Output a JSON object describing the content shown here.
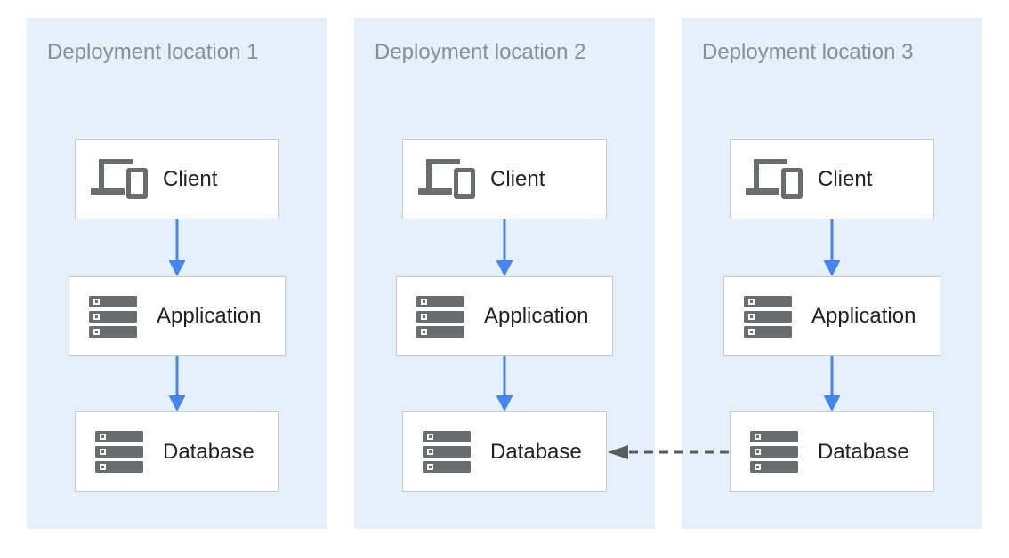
{
  "colors": {
    "canvas-bg": "#ffffff",
    "zone-bg": "#e5f0fa",
    "zone-title": "#878e94",
    "node-bg": "#ffffff",
    "node-border": "#c7cacc",
    "node-label": "#212121",
    "icon-gray": "#6a6d70",
    "arrow-blue": "#4285f4",
    "arrow-dash": "#595b5d"
  },
  "zones": [
    {
      "title": "Deployment location 1",
      "nodes": [
        {
          "label": "Client",
          "icon": "devices-icon"
        },
        {
          "label": "Application",
          "icon": "storage-icon"
        },
        {
          "label": "Database",
          "icon": "storage-icon"
        }
      ]
    },
    {
      "title": "Deployment location 2",
      "nodes": [
        {
          "label": "Client",
          "icon": "devices-icon"
        },
        {
          "label": "Application",
          "icon": "storage-icon"
        },
        {
          "label": "Database",
          "icon": "storage-icon"
        }
      ]
    },
    {
      "title": "Deployment location 3",
      "nodes": [
        {
          "label": "Client",
          "icon": "devices-icon"
        },
        {
          "label": "Application",
          "icon": "storage-icon"
        },
        {
          "label": "Database",
          "icon": "storage-icon"
        }
      ]
    }
  ],
  "connections": [
    {
      "from": "zone1-client",
      "to": "zone1-application",
      "style": "solid-blue-arrow"
    },
    {
      "from": "zone1-application",
      "to": "zone1-database",
      "style": "solid-blue-arrow"
    },
    {
      "from": "zone2-client",
      "to": "zone2-application",
      "style": "solid-blue-arrow"
    },
    {
      "from": "zone2-application",
      "to": "zone2-database",
      "style": "solid-blue-arrow"
    },
    {
      "from": "zone3-client",
      "to": "zone3-application",
      "style": "solid-blue-arrow"
    },
    {
      "from": "zone3-application",
      "to": "zone3-database",
      "style": "solid-blue-arrow"
    },
    {
      "from": "zone3-database",
      "to": "zone2-database",
      "style": "dashed-gray-arrow"
    }
  ]
}
